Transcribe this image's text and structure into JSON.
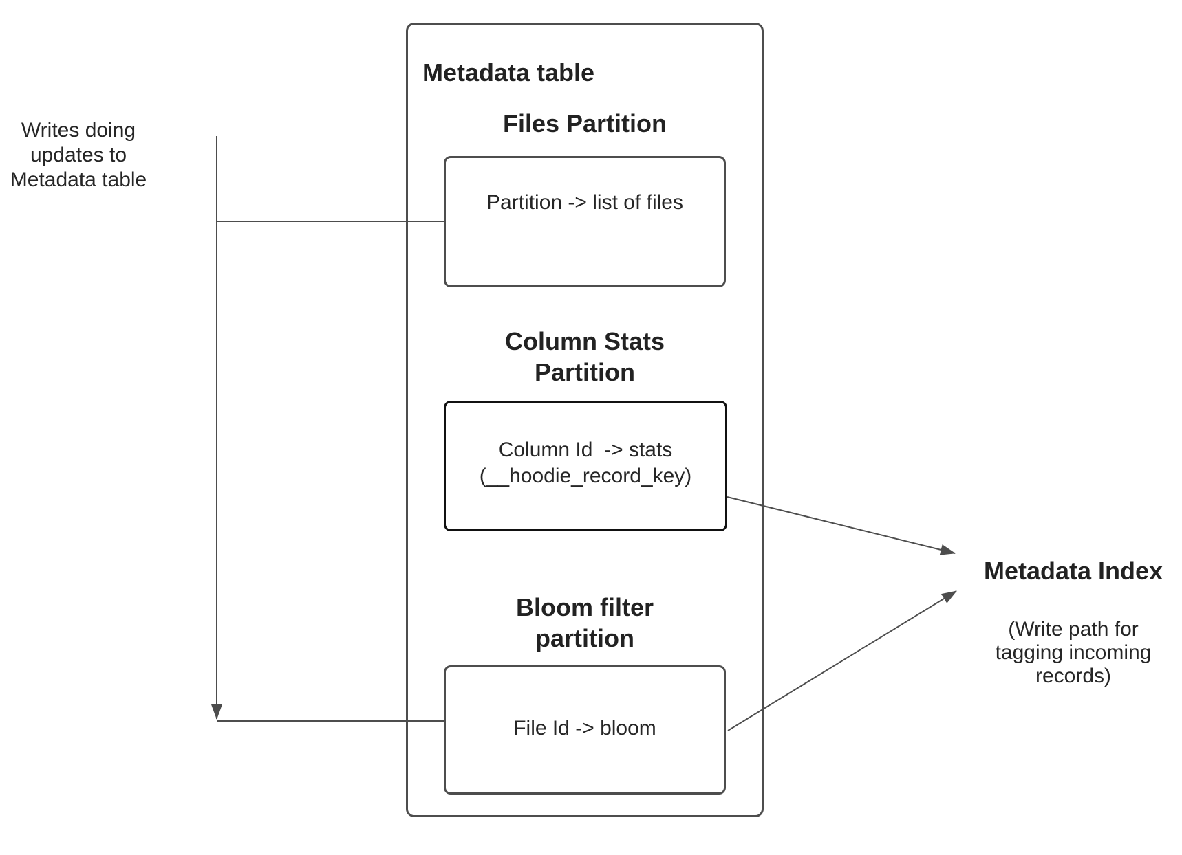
{
  "colors": {
    "box_stroke": "#4d4d4d",
    "highlight_box_stroke": "#111111",
    "connector": "#4d4d4d",
    "text": "#262626",
    "background": "#ffffff"
  },
  "annotation": {
    "text": "Writes doing\nupdates to\nMetadata table"
  },
  "metadata_table": {
    "title": "Metadata table",
    "partitions": [
      {
        "heading": "Files Partition",
        "label": "Partition -> list of files"
      },
      {
        "heading": "Column Stats\nPartition",
        "label": "Column Id  -> stats\n(__hoodie_record_key)"
      },
      {
        "heading": "Bloom filter\npartition",
        "label": "File Id -> bloom"
      }
    ]
  },
  "metadata_index": {
    "heading": "Metadata Index",
    "subtext": "(Write path for\ntagging incoming\nrecords)"
  }
}
